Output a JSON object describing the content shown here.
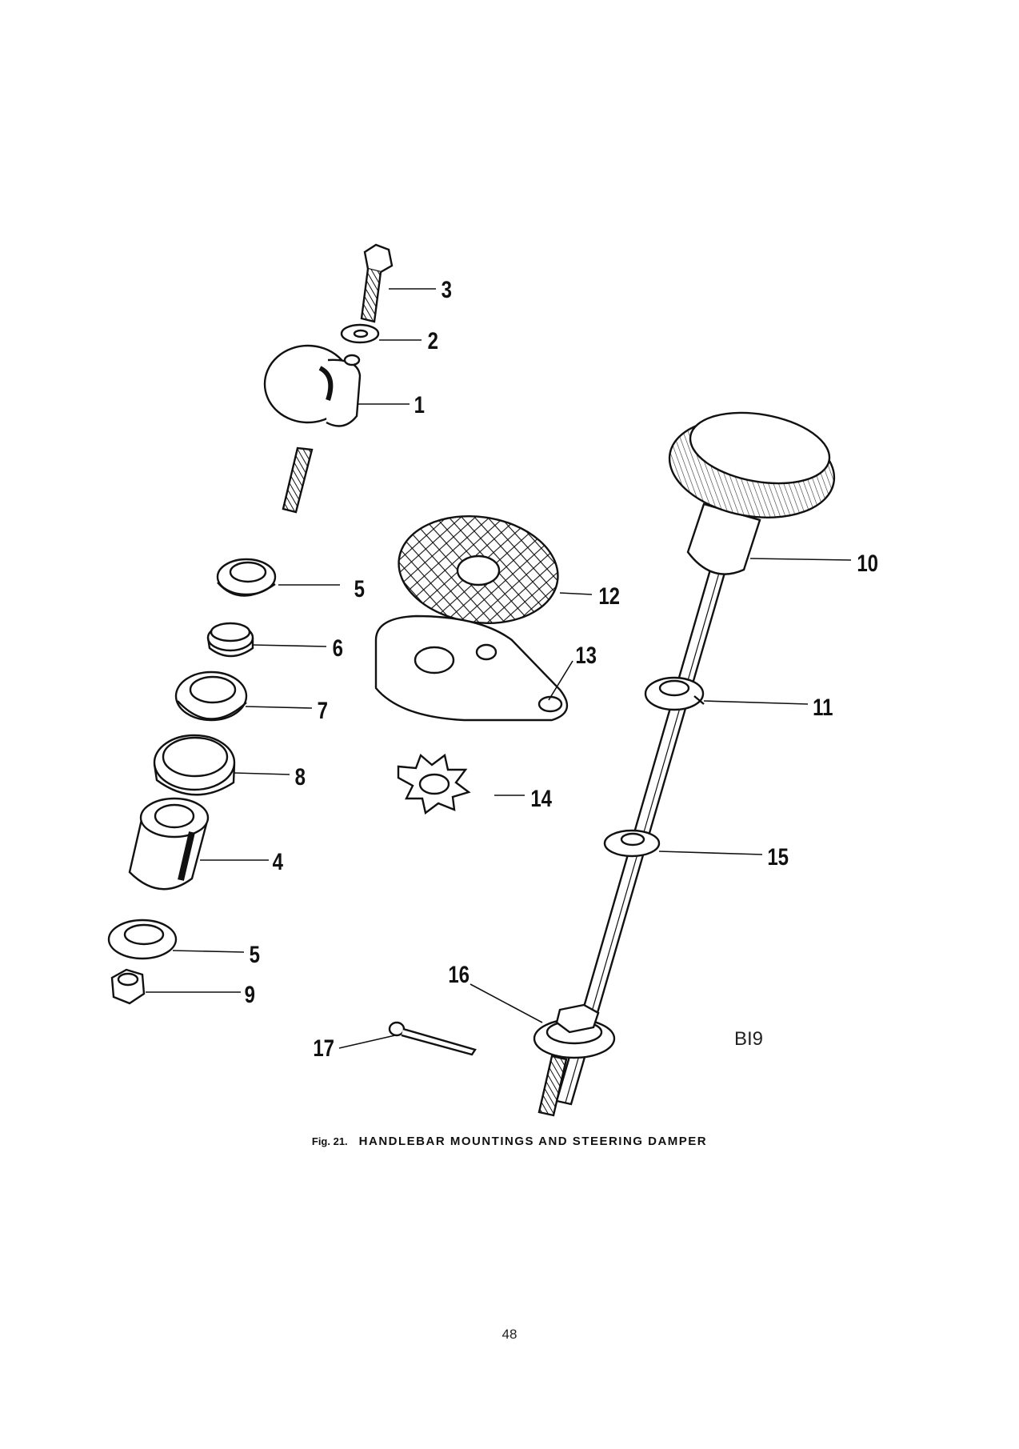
{
  "figure": {
    "number": "Fig. 21.",
    "title": "HANDLEBAR MOUNTINGS AND STEERING DAMPER",
    "reference_code": "BI9"
  },
  "page_number": "48",
  "callouts": [
    {
      "id": "3",
      "part": "bolt"
    },
    {
      "id": "2",
      "part": "washer"
    },
    {
      "id": "1",
      "part": "handlebar-clamp"
    },
    {
      "id": "5",
      "part": "cup-washer-upper"
    },
    {
      "id": "6",
      "part": "sleeve"
    },
    {
      "id": "7",
      "part": "washer-ring"
    },
    {
      "id": "8",
      "part": "cup"
    },
    {
      "id": "4",
      "part": "rubber-bush"
    },
    {
      "id": "5",
      "part": "cup-washer-lower"
    },
    {
      "id": "9",
      "part": "nut"
    },
    {
      "id": "10",
      "part": "damper-knob"
    },
    {
      "id": "11",
      "part": "spring-washer"
    },
    {
      "id": "12",
      "part": "friction-disc"
    },
    {
      "id": "13",
      "part": "anchor-plate"
    },
    {
      "id": "14",
      "part": "star-washer"
    },
    {
      "id": "15",
      "part": "rubber-ring"
    },
    {
      "id": "16",
      "part": "nut-and-washer"
    },
    {
      "id": "17",
      "part": "split-pin"
    }
  ]
}
